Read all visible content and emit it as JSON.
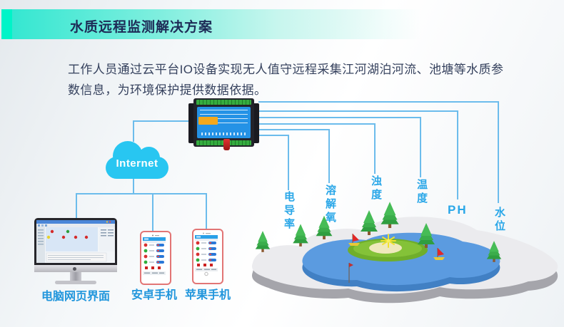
{
  "header": {
    "title": "水质远程监测解决方案"
  },
  "intro": {
    "text": "工作人员通过云平台IO设备实现无人值守远程采集江河湖泊河流、池塘等水质参数信息，为环境保护提供数据依据。"
  },
  "network": {
    "internet_label": "Internet"
  },
  "sensors": {
    "items": [
      {
        "label": "电导率",
        "orientation": "vertical"
      },
      {
        "label": "溶解氧",
        "orientation": "vertical"
      },
      {
        "label": "浊度",
        "orientation": "vertical"
      },
      {
        "label": "温度",
        "orientation": "vertical"
      },
      {
        "label": "PH",
        "orientation": "horizontal"
      },
      {
        "label": "水位",
        "orientation": "vertical"
      }
    ]
  },
  "clients": {
    "items": [
      {
        "label": "电脑网页界面"
      },
      {
        "label": "安卓手机"
      },
      {
        "label": "苹果手机"
      }
    ]
  },
  "colors": {
    "accent-green": "#00f4c8",
    "bar-teal": "#35e7d1",
    "title-navy": "#1d2b56",
    "body-text": "#36425e",
    "line-blue": "#6cbcec",
    "cloud-blue": "#28c6f1",
    "sensor-blue": "#2aa7e8",
    "client-blue": "#2196dc",
    "device-blue": "#2492e6",
    "device-orange": "#f4a81c"
  }
}
